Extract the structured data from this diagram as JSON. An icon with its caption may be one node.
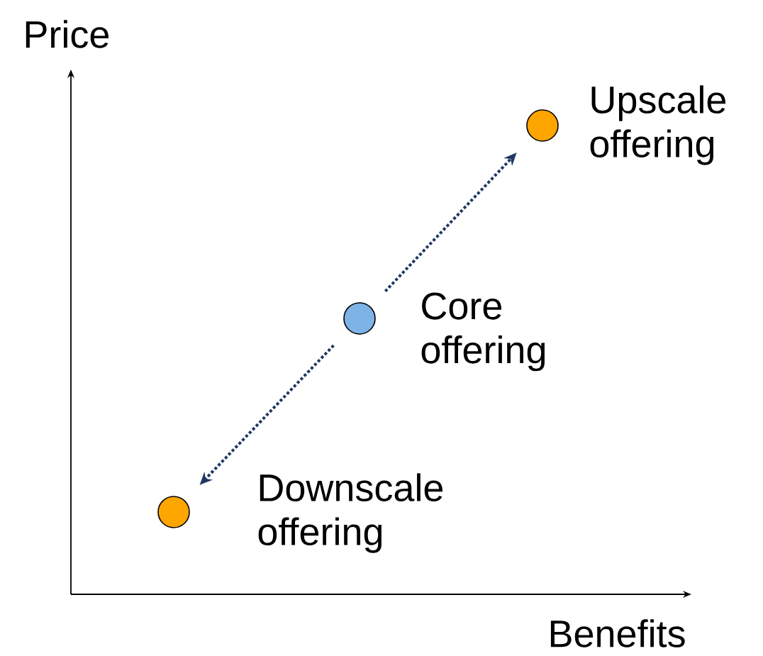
{
  "diagram": {
    "nodes": [
      {
        "text": [],
        "shape": "circle",
        "beside": [
          "Upscale offering"
        ]
      },
      {
        "text": [],
        "shape": "circle",
        "beside": [
          "Core offering"
        ]
      },
      {
        "text": [],
        "shape": "circle",
        "beside": [
          "Downscale offering"
        ]
      }
    ],
    "edges": [
      {
        "from": 1,
        "to": 0,
        "arrow": "to",
        "style": "dashed"
      },
      {
        "from": 1,
        "to": 2,
        "arrow": "to",
        "style": "dashed"
      }
    ],
    "labels": [
      "Price",
      "Benefits"
    ]
  }
}
